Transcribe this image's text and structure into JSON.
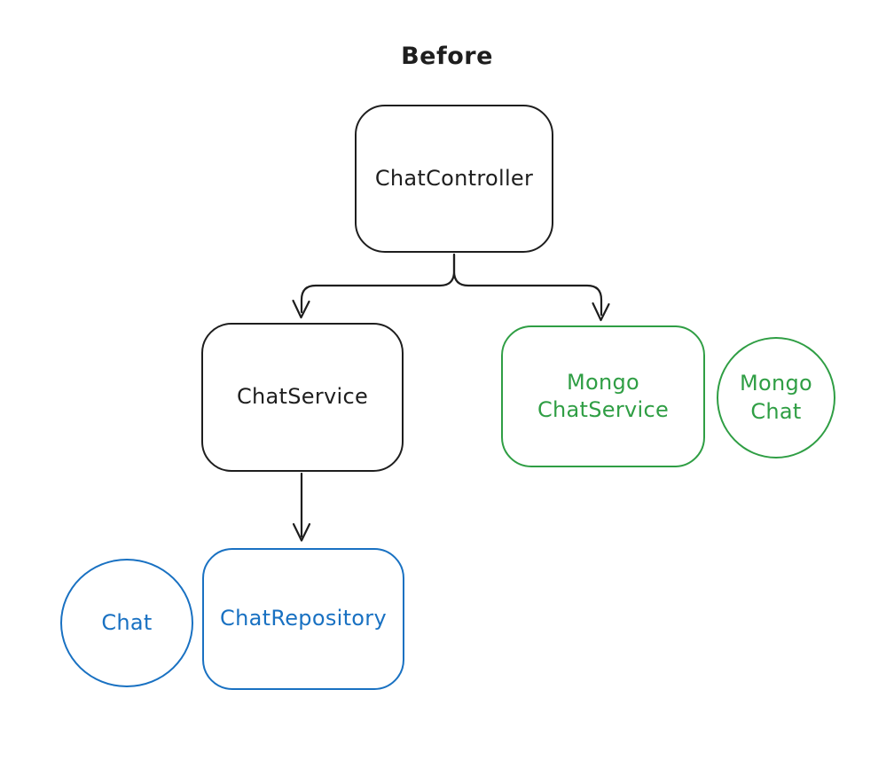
{
  "diagram": {
    "title": "Before",
    "nodes": {
      "chat_controller": {
        "label": "ChatController",
        "shape": "rounded-rectangle",
        "color": "#1e1e1e"
      },
      "chat_service": {
        "label": "ChatService",
        "shape": "rounded-rectangle",
        "color": "#1e1e1e"
      },
      "mongo_chat_service": {
        "label": "Mongo ChatService",
        "shape": "rounded-rectangle",
        "color": "#2f9e44"
      },
      "mongo_chat": {
        "label": "Mongo Chat",
        "shape": "circle",
        "color": "#2f9e44"
      },
      "chat": {
        "label": "Chat",
        "shape": "circle",
        "color": "#1971c2"
      },
      "chat_repository": {
        "label": "ChatRepository",
        "shape": "rounded-rectangle",
        "color": "#1971c2"
      }
    },
    "edges": [
      {
        "from": "ChatController",
        "to": "ChatService",
        "type": "arrow"
      },
      {
        "from": "ChatController",
        "to": "Mongo ChatService",
        "type": "arrow"
      },
      {
        "from": "ChatService",
        "to": "ChatRepository",
        "type": "arrow"
      }
    ],
    "colors": {
      "stroke_black": "#1e1e1e",
      "stroke_green": "#2f9e44",
      "stroke_blue": "#1971c2",
      "background": "#ffffff"
    }
  }
}
